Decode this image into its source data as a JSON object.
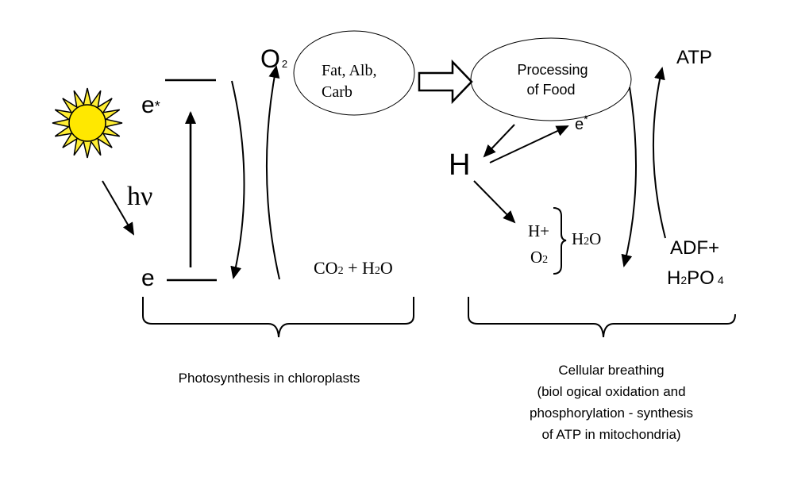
{
  "photosynthesis": {
    "excited_electron": "e",
    "excited_mark": "*",
    "ground_electron": "e",
    "light": "hν",
    "oxygen": "O",
    "oxygen_sub": "2",
    "products": {
      "co": "CO",
      "co_sub": "2",
      "plus": " + H",
      "h_sub": "2",
      "o": "O"
    },
    "caption": "Photosynthesis in chloroplasts"
  },
  "food_ellipse": {
    "line1": "Fat, Alb,",
    "line2": "Carb"
  },
  "processing_ellipse": {
    "line1": "Processing",
    "line2": "of Food"
  },
  "respiration": {
    "hydrogen": "H",
    "electron": "e",
    "electron_mark": "*",
    "h_plus": "H+",
    "o2": "O",
    "o2_sub": "2",
    "water_h": "H",
    "water_sub": "2",
    "water_o": "O",
    "atp": "ATP",
    "adf": "ADF+",
    "phosphate_h": "H",
    "phosphate_sub": "2",
    "phosphate_po": "PO",
    "phosphate_sub2": "4",
    "caption_lines": [
      "Cellular breathing",
      "(biol ogical oxidation and",
      "phosphorylation - synthesis",
      "of ATP in mitochondria)"
    ]
  },
  "colors": {
    "sun_fill": "#ffee33",
    "sun_core": "#ffe800",
    "stroke": "#000000"
  }
}
